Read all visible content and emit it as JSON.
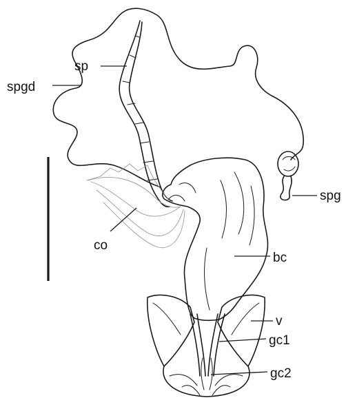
{
  "labels": {
    "sp": "sp",
    "spgd": "spgd",
    "spg": "spg",
    "co": "co",
    "bc": "bc",
    "v": "v",
    "gc1": "gc1",
    "gc2": "gc2"
  }
}
